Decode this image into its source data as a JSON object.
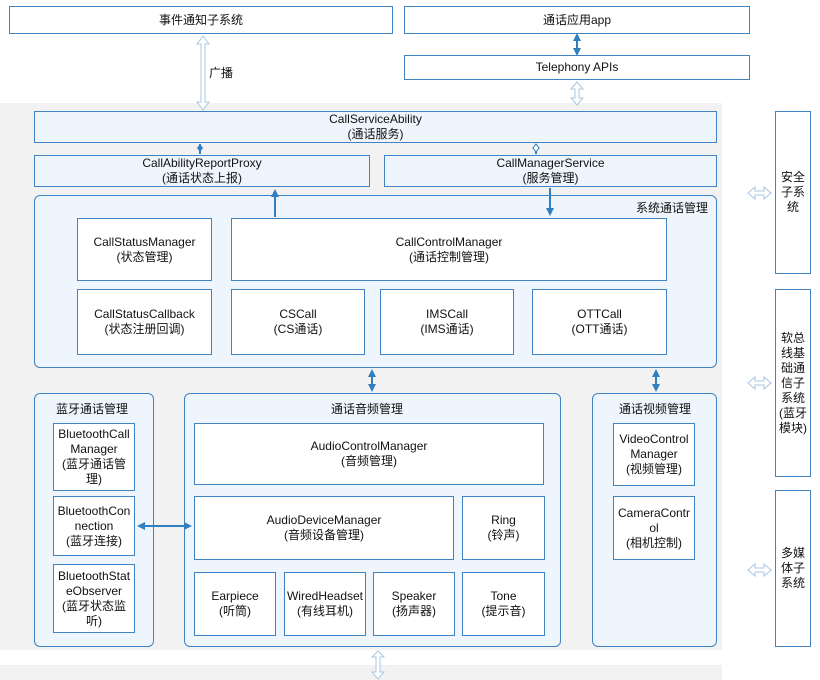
{
  "top": {
    "event_subsystem": "事件通知子系统",
    "broadcast_label": "广播",
    "call_app": "通话应用app",
    "telephony_apis": "Telephony APIs"
  },
  "framework": {
    "call_service_ability": {
      "name": "CallServiceAbility",
      "desc": "(通话服务)"
    },
    "call_ability_report_proxy": {
      "name": "CallAbilityReportProxy",
      "desc": "(通话状态上报)"
    },
    "call_manager_service": {
      "name": "CallManagerService",
      "desc": "(服务管理)"
    }
  },
  "system_call_mgmt": {
    "title": "系统通话管理",
    "call_status_manager": {
      "name": "CallStatusManager",
      "desc": "(状态管理)"
    },
    "call_control_manager": {
      "name": "CallControlManager",
      "desc": "(通话控制管理)"
    },
    "call_status_callback": {
      "name": "CallStatusCallback",
      "desc": "(状态注册回调)"
    },
    "cs_call": {
      "name": "CSCall",
      "desc": "(CS通话)"
    },
    "ims_call": {
      "name": "IMSCall",
      "desc": "(IMS通话)"
    },
    "ott_call": {
      "name": "OTTCall",
      "desc": "(OTT通话)"
    }
  },
  "bluetooth_mgmt": {
    "title": "蓝牙通话管理",
    "call_manager": [
      "BluetoothCall",
      "Manager",
      "(蓝牙通话管",
      "理)"
    ],
    "connection": [
      "BluetoothCon",
      "nection",
      "(蓝牙连接)"
    ],
    "state_observer": [
      "BluetoothStat",
      "eObserver",
      "(蓝牙状态监",
      "听)"
    ]
  },
  "audio_mgmt": {
    "title": "通话音频管理",
    "audio_control_manager": {
      "name": "AudioControlManager",
      "desc": "(音频管理)"
    },
    "audio_device_manager": {
      "name": "AudioDeviceManager",
      "desc": "(音频设备管理)"
    },
    "ring": {
      "name": "Ring",
      "desc": "(铃声)"
    },
    "earpiece": {
      "name": "Earpiece",
      "desc": "(听筒)"
    },
    "wired_headset": {
      "name": "WiredHeadset",
      "desc": "(有线耳机)"
    },
    "speaker": {
      "name": "Speaker",
      "desc": "(扬声器)"
    },
    "tone": {
      "name": "Tone",
      "desc": "(提示音)"
    }
  },
  "video_mgmt": {
    "title": "通话视频管理",
    "video_control_manager": [
      "VideoControl",
      "Manager",
      "(视频管理)"
    ],
    "camera_control": [
      "CameraContr",
      "ol",
      "(相机控制)"
    ]
  },
  "side_subsystems": {
    "security": "安全子系统",
    "softbus": "软总线基础通信子系统(蓝牙模块)",
    "multimedia": "多媒体子系统"
  },
  "colors": {
    "border": "#3f83c2",
    "fill": "#eef5fc",
    "arrow": "#2f7fc1",
    "hollow_arrow": "#a9c6e6",
    "background": "#f2f2f2"
  }
}
